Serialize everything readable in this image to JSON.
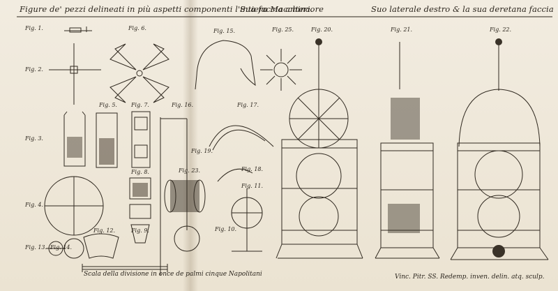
{
  "header": {
    "left": "Figure de' pezzi delineati in più aspetti componenti l'intiera Macchina.",
    "mid": "Sua faccia anteriore",
    "right": "Suo laterale destro & la sua deretana faccia"
  },
  "figures": {
    "fig1": "Fig. 1.",
    "fig2": "Fig. 2.",
    "fig3": "Fig. 3.",
    "fig4": "Fig. 4.",
    "fig5": "Fig. 5.",
    "fig6": "Fig. 6.",
    "fig7": "Fig. 7.",
    "fig8": "Fig. 8.",
    "fig9": "Fig. 9.",
    "fig10": "Fig. 10.",
    "fig11": "Fig. 11.",
    "fig12": "Fig. 12.",
    "fig13": "Fig. 13.",
    "fig14": "Fig. 14.",
    "fig15": "Fig. 15.",
    "fig16": "Fig. 16.",
    "fig17": "Fig. 17.",
    "fig18": "Fig. 18.",
    "fig19": "Fig. 19.",
    "fig20": "Fig. 20.",
    "fig21": "Fig. 21.",
    "fig22": "Fig. 22.",
    "fig23": "Fig. 23.",
    "fig25": "Fig. 25."
  },
  "scale_caption": "Scala della divisione in once de palmi cinque Napolitani",
  "signature": "Vinc. Pitr. SS. Redemp. inven. delin. atq. sculp."
}
